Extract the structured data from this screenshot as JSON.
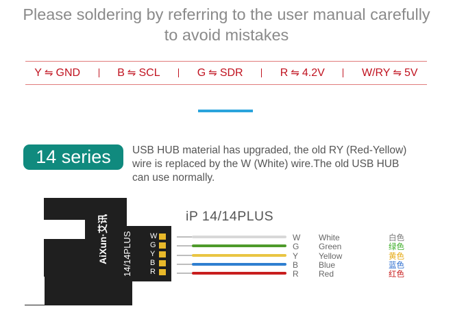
{
  "header": {
    "line1": "Please soldering by referring to the user manual carefully",
    "line2": "to avoid mistakes"
  },
  "mapping": [
    {
      "left": "Y",
      "right": "GND"
    },
    {
      "left": "B",
      "right": "SCL"
    },
    {
      "left": "G",
      "right": "SDR"
    },
    {
      "left": "R",
      "right": "4.2V"
    },
    {
      "left": "W/RY",
      "right": "5V"
    }
  ],
  "arrow_glyph": "⇋",
  "series_badge": "14 series",
  "note": {
    "line1": "USB HUB material has upgraded, the old RY (Red-Yellow)",
    "line2": "wire is replaced by the W (White) wire.The old USB HUB",
    "line3": "can use normally."
  },
  "model_label": "iP 14/14PLUS",
  "board": {
    "brand": "AiXun·艾讯",
    "model_text": "14/14PLUS",
    "pins": [
      "W",
      "G",
      "Y",
      "B",
      "R"
    ]
  },
  "wires": [
    {
      "code": "W",
      "name": "White",
      "cn": "白色",
      "color": "#d8d8d8",
      "cn_color": "#777777"
    },
    {
      "code": "G",
      "name": "Green",
      "cn": "绿色",
      "color": "#4e9a2b",
      "cn_color": "#3fae2a"
    },
    {
      "code": "Y",
      "name": "Yellow",
      "cn": "黄色",
      "color": "#e9c543",
      "cn_color": "#e5a912"
    },
    {
      "code": "B",
      "name": "Blue",
      "cn": "蓝色",
      "color": "#2f7fd0",
      "cn_color": "#2f6fd0"
    },
    {
      "code": "R",
      "name": "Red",
      "cn": "红色",
      "color": "#c81e1e",
      "cn_color": "#c81e1e"
    }
  ]
}
